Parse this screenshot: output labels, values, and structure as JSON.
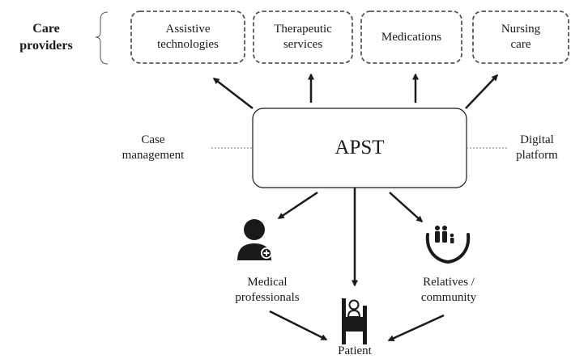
{
  "care_providers": {
    "label": "Care\nproviders",
    "items": [
      {
        "label": "Assistive\ntechnologies"
      },
      {
        "label": "Therapeutic\nservices"
      },
      {
        "label": "Medications"
      },
      {
        "label": "Nursing\ncare"
      }
    ]
  },
  "center": {
    "label": "APST"
  },
  "side_labels": {
    "left": "Case\nmanagement",
    "right": "Digital\nplatform"
  },
  "bottom_nodes": {
    "medical": {
      "label": "Medical\nprofessionals",
      "icon": "doctor-icon"
    },
    "relatives": {
      "label": "Relatives /\ncommunity",
      "icon": "family-hands-icon"
    },
    "patient": {
      "label": "Patient",
      "icon": "patient-bed-icon"
    }
  },
  "colors": {
    "stroke": "#1a1a1a",
    "dashed": "#555555",
    "icon": "#1a1a1a"
  }
}
